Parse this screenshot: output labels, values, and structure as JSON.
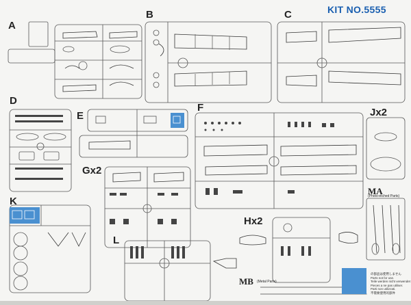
{
  "header": {
    "kit_number": "KIT NO.5555"
  },
  "sprues": [
    {
      "letter": "A"
    },
    {
      "letter": "B"
    },
    {
      "letter": "C"
    },
    {
      "letter": "D"
    },
    {
      "letter": "E"
    },
    {
      "letter": "F"
    },
    {
      "letter": "Jx2"
    },
    {
      "letter": "Gx2"
    },
    {
      "letter": "K"
    },
    {
      "letter": "Hx2"
    },
    {
      "letter": "L"
    }
  ],
  "photo_etched": {
    "code": "MA",
    "caption": "(Photo-etched Parts)"
  },
  "metal_parts": {
    "code": "MB",
    "caption": "(Metal Parts)"
  },
  "unused_parts_note": [
    "の部品は使用しません",
    "Parts not for use.",
    "Teile werden nicht verwendet",
    "Pieces a ne pas utiliser.",
    "Parti non utilizzati.",
    "不需要使用的部件"
  ],
  "colors": {
    "highlight_blue": "#4a90d0",
    "kit_number_blue": "#1a5fb0",
    "line": "#444444"
  }
}
